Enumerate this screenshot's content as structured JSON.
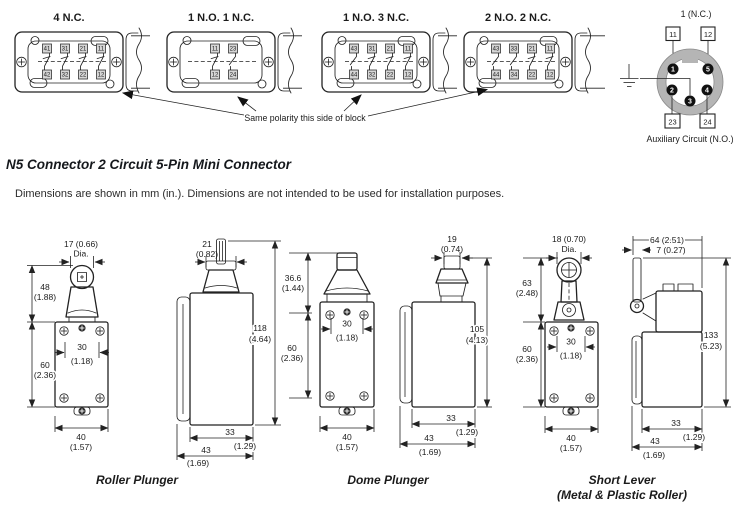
{
  "page": {
    "heading": "N5 Connector 2 Circuit 5-Pin Mini Connector",
    "note": "Dimensions are shown in mm (in.). Dimensions are not intended to be used for installation purposes.",
    "polarity_note": "Same polarity this side of block"
  },
  "wiring_blocks": [
    {
      "title": "4 N.C.",
      "top": [
        "41",
        "31",
        "21",
        "11"
      ],
      "bottom": [
        "42",
        "32",
        "22",
        "12"
      ]
    },
    {
      "title": "1 N.O. 1 N.C.",
      "top": [
        "11",
        "23"
      ],
      "bottom": [
        "12",
        "24"
      ]
    },
    {
      "title": "1 N.O. 3 N.C.",
      "top": [
        "43",
        "31",
        "21",
        "11"
      ],
      "bottom": [
        "44",
        "32",
        "22",
        "12"
      ]
    },
    {
      "title": "2 N.O. 2 N.C.",
      "top": [
        "43",
        "33",
        "21",
        "11"
      ],
      "bottom": [
        "44",
        "34",
        "22",
        "12"
      ]
    }
  ],
  "connector": {
    "top_label": "1 (N.C.)",
    "bottom_label": "Auxiliary Circuit (N.O.)",
    "terminals_top": [
      "11",
      "12"
    ],
    "terminals_bottom": [
      "23",
      "24"
    ],
    "pins": {
      "p1": "1",
      "p2": "2",
      "p3": "3",
      "p4": "4",
      "p5": "5"
    },
    "ring_color": "#b5b5b5"
  },
  "drawings": {
    "roller_front": {
      "caption": "Roller Plunger",
      "dia_mm": "17 (0.66)",
      "dia_word": "Dia.",
      "h_top_mm": "48",
      "h_top_in": "(1.88)",
      "h_body_mm": "60",
      "h_body_in": "(2.36)",
      "w_inner_mm": "30",
      "w_inner_in": "(1.18)",
      "w_mm": "40",
      "w_in": "(1.57)"
    },
    "roller_side": {
      "w_top_mm": "21",
      "w_top_in": "(0.82)",
      "h_mm": "118",
      "h_in": "(4.64)",
      "d1_mm": "33",
      "d1_in": "(1.29)",
      "d2_mm": "43",
      "d2_in": "(1.69)"
    },
    "dome_front": {
      "caption": "Dome Plunger",
      "h_top_mm": "36.6",
      "h_top_in": "(1.44)",
      "h_body_mm": "60",
      "h_body_in": "(2.36)",
      "w_inner_mm": "30",
      "w_inner_in": "(1.18)",
      "w_mm": "40",
      "w_in": "(1.57)"
    },
    "dome_side": {
      "w_top_mm": "19",
      "w_top_in": "(0.74)",
      "h_mm": "105",
      "h_in": "(4.13)",
      "d1_mm": "33",
      "d1_in": "(1.29)",
      "d2_mm": "43",
      "d2_in": "(1.69)"
    },
    "lever_front": {
      "caption": "Short Lever",
      "caption2": "(Metal & Plastic Roller)",
      "dia_mm": "18 (0.70)",
      "dia_word": "Dia.",
      "h_top_mm": "63",
      "h_top_in": "(2.48)",
      "h_body_mm": "60",
      "h_body_in": "(2.36)",
      "w_inner_mm": "30",
      "w_inner_in": "(1.18)",
      "w_mm": "40",
      "w_in": "(1.57)"
    },
    "lever_side": {
      "len_mm": "64 (2.51)",
      "thick_mm": "7 (0.27)",
      "h_mm": "133",
      "h_in": "(5.23)",
      "d1_mm": "33",
      "d1_in": "(1.29)",
      "d2_mm": "43",
      "d2_in": "(1.69)"
    }
  }
}
